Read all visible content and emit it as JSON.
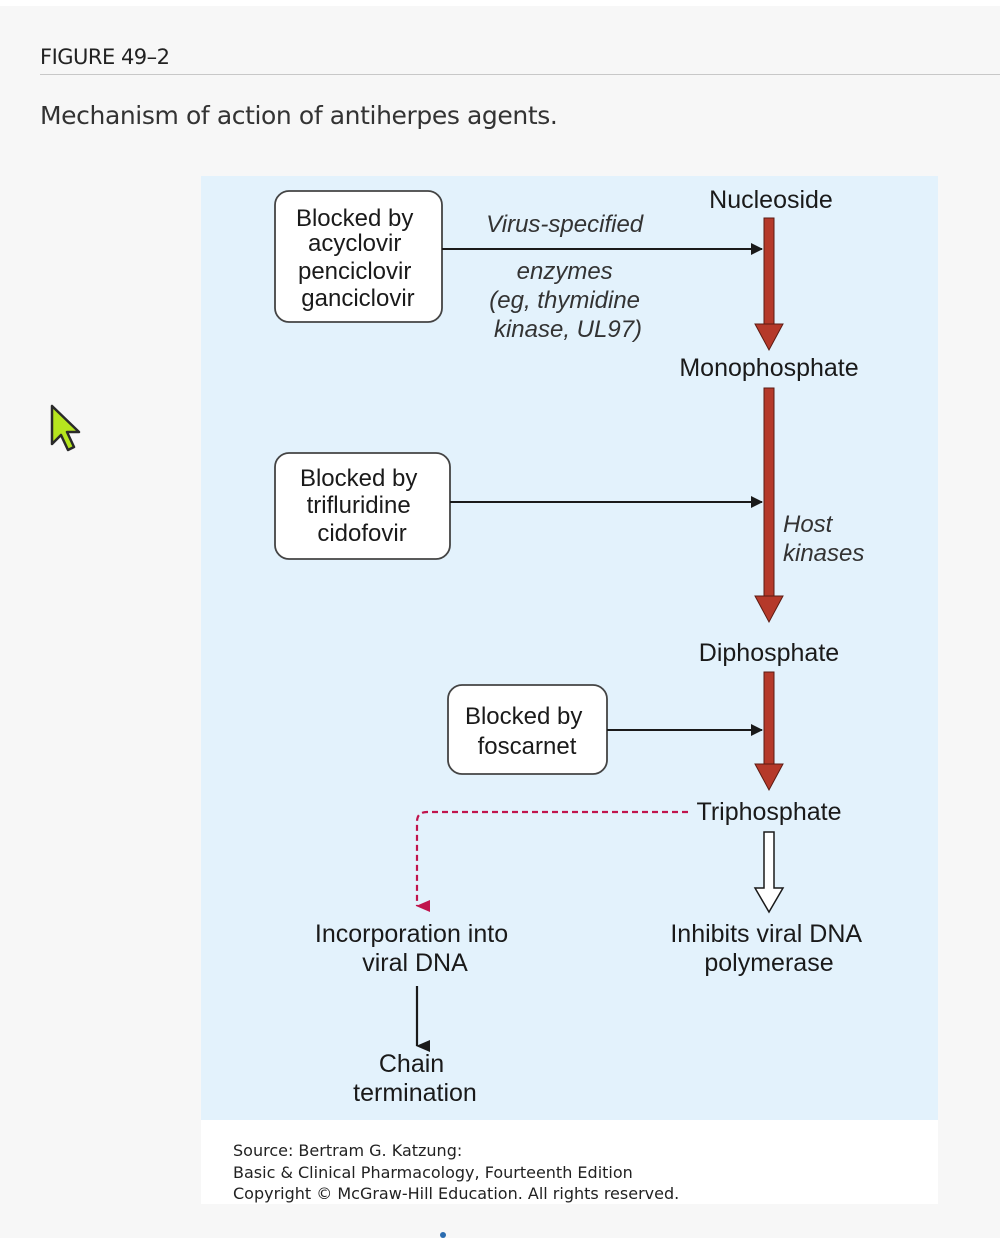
{
  "figure": {
    "label": "FIGURE 49–2",
    "caption": "Mechanism of action of antiherpes agents."
  },
  "diagram": {
    "nodes": {
      "nucleoside": "Nucleoside",
      "monophosphate": "Monophosphate",
      "diphosphate": "Diphosphate",
      "triphosphate": "Triphosphate",
      "incorporation": [
        "Incorporation into",
        "viral DNA"
      ],
      "chain_termination": [
        "Chain",
        "termination"
      ],
      "inhibits": [
        "Inhibits viral DNA",
        "polymerase"
      ]
    },
    "blocks": {
      "box1": [
        "Blocked by",
        "acyclovir",
        "penciclovir",
        "ganciclovir"
      ],
      "box2": [
        "Blocked by",
        "trifluridine",
        "cidofovir"
      ],
      "box3": [
        "Blocked by",
        "foscarnet"
      ]
    },
    "edge_labels": {
      "virus_enzymes": [
        "Virus-specified",
        "enzymes",
        "(eg, thymidine",
        "kinase, UL97)"
      ],
      "host_kinases": [
        "Host",
        "kinases"
      ]
    },
    "colors": {
      "panel_background": "#e3f2fc",
      "pathway_arrow": "#b5392a",
      "incorporation_arrow": "#c0144c",
      "box_border": "#444444"
    }
  },
  "source": {
    "line1": "Source: Bertram G. Katzung:",
    "line2": "Basic & Clinical Pharmacology, Fourteenth Edition",
    "line3": "Copyright © McGraw-Hill Education. All rights reserved."
  },
  "cursor_icon": "mouse-pointer-icon"
}
